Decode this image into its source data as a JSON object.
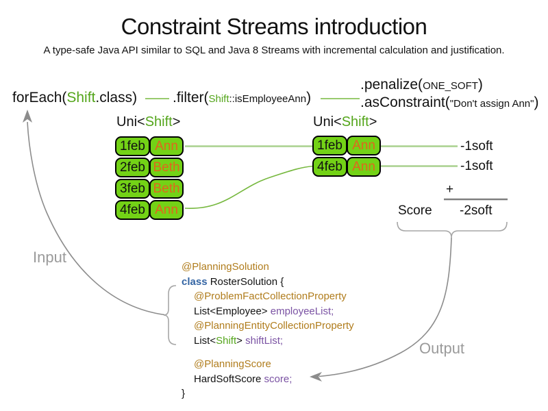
{
  "header": {
    "title": "Constraint Streams introduction",
    "subtitle": "A type-safe Java API similar to SQL and Java 8 Streams with incremental calculation and justification."
  },
  "pipeline": {
    "foreach_open": "forEach(",
    "foreach_class": "Shift",
    "foreach_close": ".class)",
    "filter_open": ".filter(",
    "filter_class": "Shift",
    "filter_method": "::isEmployeeAnn",
    "filter_close": ")",
    "penalize_open": ".penalize(",
    "penalize_arg": "ONE_SOFT",
    "penalize_close": ")",
    "asconstraint_open": ".asConstraint(",
    "asconstraint_arg": "\"Don't assign Ann\"",
    "asconstraint_close": ")"
  },
  "stream_left": {
    "header_open": "Uni<",
    "header_class": "Shift",
    "header_close": ">",
    "rows": [
      {
        "date": "1feb",
        "employee": "Ann"
      },
      {
        "date": "2feb",
        "employee": "Beth"
      },
      {
        "date": "3feb",
        "employee": "Beth"
      },
      {
        "date": "4feb",
        "employee": "Ann"
      }
    ]
  },
  "stream_right": {
    "header_open": "Uni<",
    "header_class": "Shift",
    "header_close": ">",
    "rows": [
      {
        "date": "1feb",
        "employee": "Ann"
      },
      {
        "date": "4feb",
        "employee": "Ann"
      }
    ]
  },
  "score_panel": {
    "penalties": [
      "-1soft",
      "-1soft"
    ],
    "plus_sign": "+",
    "score_label": "Score",
    "total": "-2soft"
  },
  "flow_labels": {
    "input": "Input",
    "output": "Output"
  },
  "code": {
    "annotation_solution": "@PlanningSolution",
    "kw_class": "class",
    "class_decl": " RosterSolution {",
    "annotation_problem_fact": "@ProblemFactCollectionProperty",
    "employee_type": "List<Employee> ",
    "employee_field": "employeeList;",
    "annotation_planning_entity": "@PlanningEntityCollectionProperty",
    "shift_type_open": "List<",
    "shift_class": "Shift",
    "shift_type_close": "> ",
    "shift_field": "shiftList;",
    "annotation_score": "@PlanningScore",
    "score_type": "HardSoftScore ",
    "score_field": "score;",
    "closing_brace": "}"
  },
  "colors": {
    "green-text": "#53a51a",
    "green-line": "#76b83e",
    "green-pale": "#a9d18e",
    "cell-fill": "#73d216",
    "cell-border": "#000000",
    "name-orange": "#e0661d",
    "annotation": "#b07c1c",
    "keyword-blue": "#3465a4",
    "field-purple": "#7a52a3",
    "gray": "#9a9a9a",
    "arrow-gray": "#8c8c8c",
    "dark-gray": "#7f7f7f",
    "text": "#111111"
  }
}
